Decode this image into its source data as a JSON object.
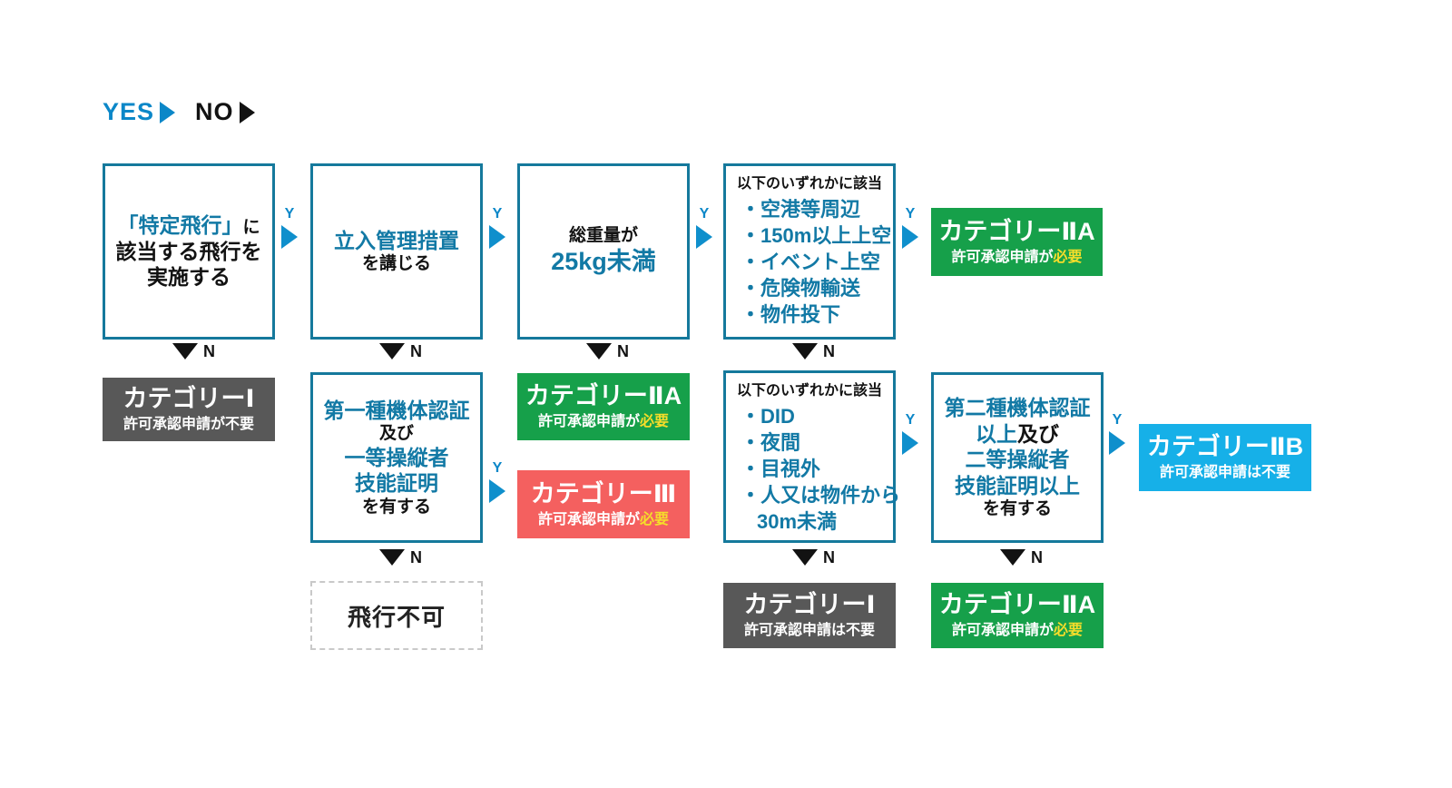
{
  "legend": {
    "yes_label": "YES",
    "no_label": "NO",
    "yes_color": "#0b87c8",
    "no_color": "#121212"
  },
  "connectors": {
    "yes_letter": "Y",
    "no_letter": "N"
  },
  "nodes": {
    "q1": {
      "line1_blue": "「特定飛行」",
      "line1_black": "に",
      "line2": "該当する飛行を",
      "line3": "実施する"
    },
    "q2": {
      "line1_blue": "立入管理措置",
      "line2_black": "を講じる"
    },
    "q3": {
      "line1_black": "総重量が",
      "line2_blue": "25kg未満"
    },
    "q4": {
      "head": "以下のいずれかに該当",
      "items": [
        "・空港等周辺",
        "・150m以上上空",
        "・イベント上空",
        "・危険物輸送",
        "・物件投下"
      ]
    },
    "q5": {
      "line1_blue": "第一種機体認証",
      "line2_black": "及び",
      "line3_blue": "一等操縦者",
      "line4_blue": "技能証明",
      "line5_black": "を有する"
    },
    "q6": {
      "head": "以下のいずれかに該当",
      "items": [
        "・DID",
        "・夜間",
        "・目視外",
        "・人又は物件から",
        "30m未満"
      ]
    },
    "q7": {
      "line1_blue": "第二種機体認証",
      "line2_blue": "以上",
      "line2_black": "及び",
      "line3_blue": "二等操縦者",
      "line4_blue": "技能証明以上",
      "line5_black": "を有する"
    }
  },
  "results": {
    "cat1_top": {
      "title": "カテゴリーⅠ",
      "sub_plain": "許可承認申請が不要",
      "color": "#585858"
    },
    "cat2a_top": {
      "title": "カテゴリーⅡA",
      "sub_plain": "許可承認申請が",
      "sub_highlight": "必要",
      "color": "#16a04a"
    },
    "cat2a_mid": {
      "title": "カテゴリーⅡA",
      "sub_plain": "許可承認申請が",
      "sub_highlight": "必要",
      "color": "#16a04a"
    },
    "cat3": {
      "title": "カテゴリーⅢ",
      "sub_plain": "許可承認申請が",
      "sub_highlight": "必要",
      "color": "#f4605f"
    },
    "cat2b": {
      "title": "カテゴリーⅡB",
      "sub_plain": "許可承認申請は不要",
      "color": "#16b0e8"
    },
    "cat1_bottom": {
      "title": "カテゴリーⅠ",
      "sub_plain": "許可承認申請は不要",
      "color": "#585858"
    },
    "cat2a_bottom": {
      "title": "カテゴリーⅡA",
      "sub_plain": "許可承認申請が",
      "sub_highlight": "必要",
      "color": "#16a04a"
    },
    "no_flight": {
      "title": "飛行不可"
    }
  },
  "chart_data": {
    "type": "diagram",
    "title": "無人航空機 飛行カテゴリー判定フロー",
    "edges": [
      {
        "from": "q1",
        "label": "Y",
        "to": "q2"
      },
      {
        "from": "q1",
        "label": "N",
        "to": "cat1_top"
      },
      {
        "from": "q2",
        "label": "Y",
        "to": "q3"
      },
      {
        "from": "q2",
        "label": "N",
        "to": "q5"
      },
      {
        "from": "q3",
        "label": "Y",
        "to": "q4"
      },
      {
        "from": "q3",
        "label": "N",
        "to": "cat2a_mid"
      },
      {
        "from": "q4",
        "label": "Y",
        "to": "cat2a_top"
      },
      {
        "from": "q4",
        "label": "N",
        "to": "q6"
      },
      {
        "from": "q5",
        "label": "Y",
        "to": "cat3"
      },
      {
        "from": "q5",
        "label": "N",
        "to": "no_flight"
      },
      {
        "from": "q6",
        "label": "Y",
        "to": "q7"
      },
      {
        "from": "q6",
        "label": "N",
        "to": "cat1_bottom"
      },
      {
        "from": "q7",
        "label": "Y",
        "to": "cat2b"
      },
      {
        "from": "q7",
        "label": "N",
        "to": "cat2a_bottom"
      }
    ]
  }
}
